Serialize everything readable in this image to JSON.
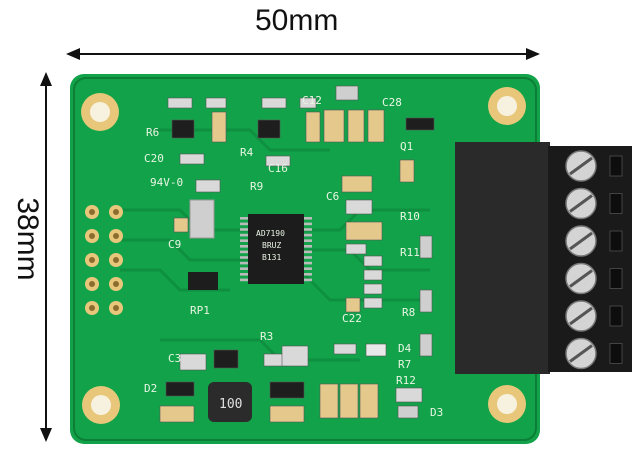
{
  "dimensions": {
    "width_label": "50mm",
    "height_label": "38mm"
  },
  "board": {
    "color": "#12a34a",
    "edge_color": "#0e8a3b",
    "pad_color": "#e8c77a",
    "connector_color": "#2a2a2a",
    "chip_marking_lines": [
      "AD7190",
      "BRUZ",
      "B131"
    ],
    "inductor_marking": "100",
    "silkscreen": [
      "R6",
      "C20",
      "R4",
      "C16",
      "C12",
      "C28",
      "R9",
      "Q1",
      "94V-0",
      "C9",
      "C6",
      "R10",
      "R11",
      "RP1",
      "R3",
      "C3",
      "D2",
      "R8",
      "R7",
      "C22",
      "R12",
      "D3",
      "D4"
    ]
  },
  "icons": {
    "screw": "screw-terminal-icon"
  }
}
